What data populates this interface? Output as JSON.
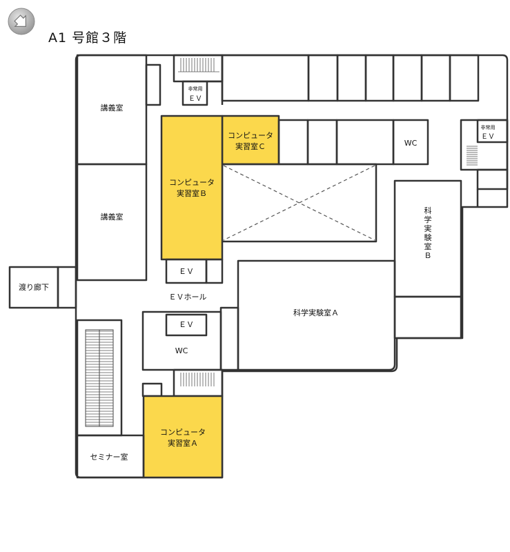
{
  "header": {
    "title": "A1 号館３階",
    "back_icon": "arrow-down-right-icon"
  },
  "colors": {
    "highlight": "#fbd84c",
    "wall": "#333333",
    "background": "#ffffff"
  },
  "rooms": {
    "lecture_1": "講義室",
    "lecture_2": "講義室",
    "emergency_ev_top": [
      "非常用",
      "ＥＶ"
    ],
    "emergency_ev_right": [
      "非常用",
      "ＥＶ"
    ],
    "computer_c": [
      "コンピュータ",
      "実習室Ｃ"
    ],
    "computer_b": [
      "コンピュータ",
      "実習室Ｂ"
    ],
    "computer_a": [
      "コンピュータ",
      "実習室Ａ"
    ],
    "wc_top": "WC",
    "wc_center": "WC",
    "science_b": [
      "科",
      "学",
      "実",
      "験",
      "室",
      "Ｂ"
    ],
    "science_a": "科学実験室Ａ",
    "ev_1": "ＥＶ",
    "ev_2": "ＥＶ",
    "ev_hall": "ＥＶホール",
    "corridor": "渡り廊下",
    "seminar": "セミナー室"
  }
}
